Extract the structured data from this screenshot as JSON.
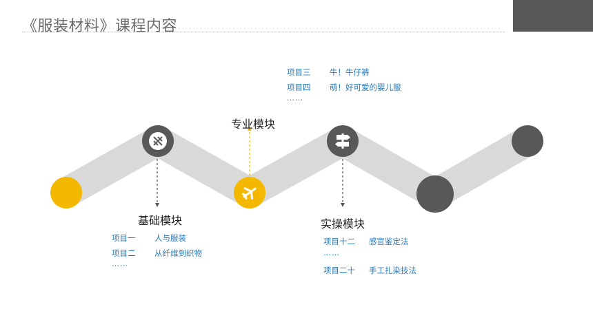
{
  "title": "《服装材料》课程内容",
  "colors": {
    "accent": "#f5b800",
    "dark": "#585858",
    "track": "#d9d9d9",
    "item_text": "#2a78b8"
  },
  "modules": [
    {
      "label": "基础模块",
      "icon": "tennis-racket-icon",
      "items": [
        {
          "code": "项目一",
          "name": "人与服装"
        },
        {
          "code": "项目二",
          "name": "从纤维到织物"
        }
      ],
      "ellipsis": "……"
    },
    {
      "label": "专业模块",
      "icon": "airplane-icon",
      "items": [
        {
          "code": "项目三",
          "name": "牛！牛仔裤"
        },
        {
          "code": "项目四",
          "name": "萌！好可爱的婴儿服"
        }
      ],
      "ellipsis": "……"
    },
    {
      "label": "实操模块",
      "icon": "signpost-icon",
      "items": [
        {
          "code": "项目十二",
          "name": "感官鉴定法"
        },
        {
          "code": "项目二十",
          "name": "手工扎染技法"
        }
      ],
      "ellipsis": "……"
    }
  ]
}
